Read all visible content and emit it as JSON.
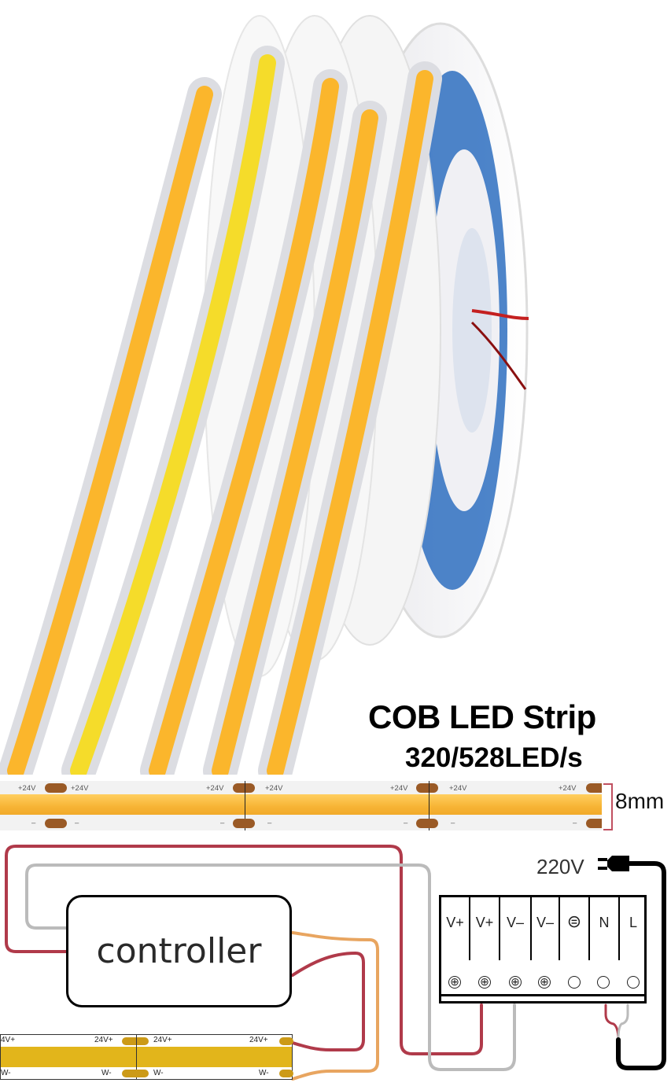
{
  "product": {
    "title": "COB LED Strip",
    "subtitle": "320/528LED/s",
    "width_label": "8mm"
  },
  "strip_top": {
    "positive_label": "+24V",
    "negative_label": "–",
    "led_color": "#f7b435",
    "pad_color": "#9a5a26"
  },
  "wiring": {
    "controller_label": "controller",
    "mains_voltage": "220V",
    "plug_icon": "power-plug-icon",
    "terminals": [
      {
        "label": "V+",
        "screw": "⊕"
      },
      {
        "label": "V+",
        "screw": "⊕"
      },
      {
        "label": "V–",
        "screw": "⊕"
      },
      {
        "label": "V–",
        "screw": "⊕"
      },
      {
        "label": "⊜",
        "screw": ""
      },
      {
        "label": "N",
        "screw": ""
      },
      {
        "label": "L",
        "screw": ""
      }
    ],
    "wire_colors": {
      "positive": "#b03a4a",
      "negative": "#bbbbbb",
      "signal": "#e8a560",
      "mains": "#000000"
    }
  },
  "strip_bottom": {
    "positive_label": "24V+",
    "negative_label": "W-",
    "left_cut_positive": "4V+",
    "left_cut_negative": "W-",
    "led_color": "#e2b51b"
  }
}
